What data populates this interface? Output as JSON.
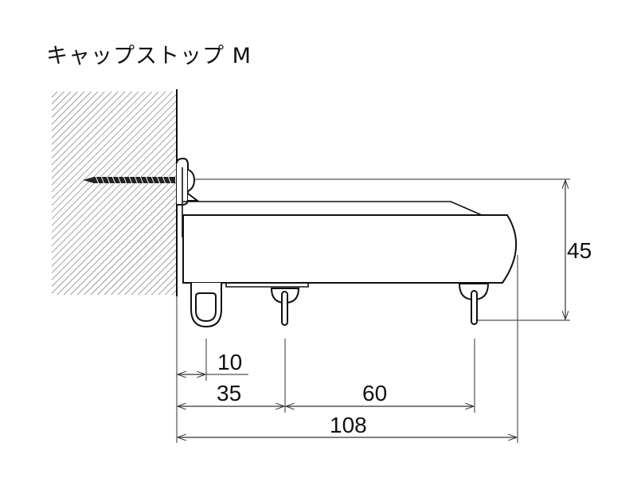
{
  "title": "キャップストップ M",
  "diagram": {
    "type": "curtain-rail-cap-stop-dimension-drawing",
    "colors": {
      "line": "#111111",
      "dimline": "#555555",
      "hatch": "#444444",
      "background": "#ffffff"
    },
    "dimensions": {
      "height": "45",
      "bracket_offset": "10",
      "to_first_runner": "35",
      "runner_spacing": "60",
      "total_depth": "108"
    },
    "units": "mm"
  }
}
